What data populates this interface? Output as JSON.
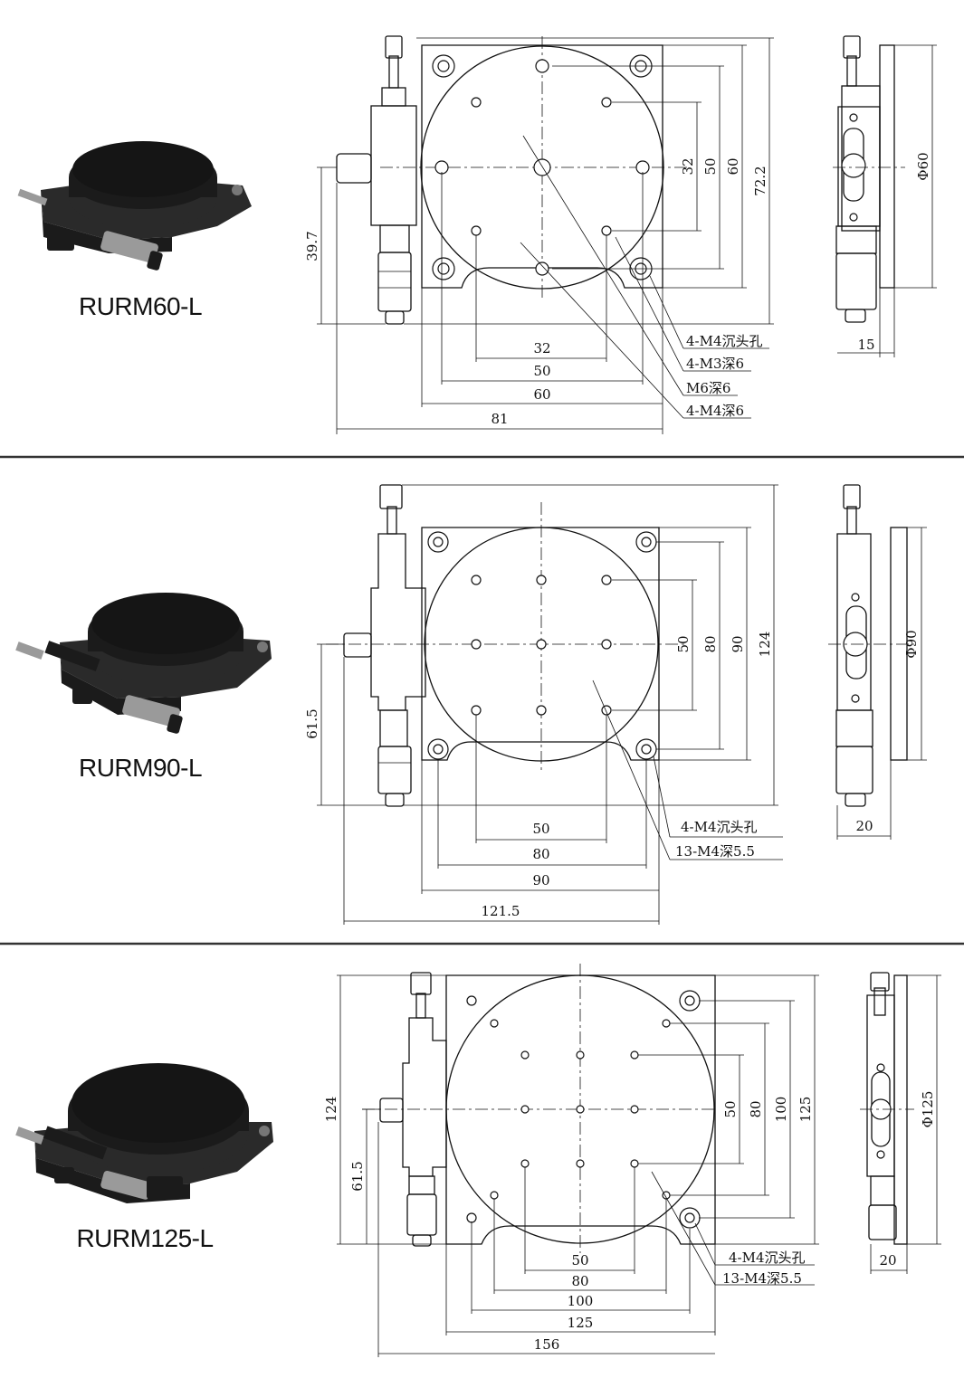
{
  "panels": [
    {
      "model": "RURM60-L",
      "front_dims": {
        "d32": "32",
        "d50": "50",
        "d60": "60",
        "d81": "81",
        "h32": "32",
        "h50": "50",
        "h60": "60",
        "h72": "72.2",
        "h39": "39.7"
      },
      "notes": [
        "4-M4沉头孔",
        "4-M3深6",
        "M6深6",
        "4-M4深6"
      ],
      "side_dims": {
        "diameter": "Φ60",
        "width": "15"
      }
    },
    {
      "model": "RURM90-L",
      "front_dims": {
        "d50": "50",
        "d80": "80",
        "d90": "90",
        "d121": "121.5",
        "h50": "50",
        "h80": "80",
        "h90": "90",
        "h124": "124",
        "h61": "61.5"
      },
      "notes": [
        "4-M4沉头孔",
        "13-M4深5.5"
      ],
      "side_dims": {
        "diameter": "Φ90",
        "width": "20"
      }
    },
    {
      "model": "RURM125-L",
      "front_dims": {
        "d50": "50",
        "d80": "80",
        "d100": "100",
        "d125": "125",
        "d156": "156",
        "h50": "50",
        "h80": "80",
        "h100": "100",
        "h125": "125",
        "h124": "124",
        "h61": "61.5"
      },
      "notes": [
        "4-M4沉头孔",
        "13-M4深5.5"
      ],
      "side_dims": {
        "diameter": "Φ125",
        "width": "20"
      }
    }
  ]
}
